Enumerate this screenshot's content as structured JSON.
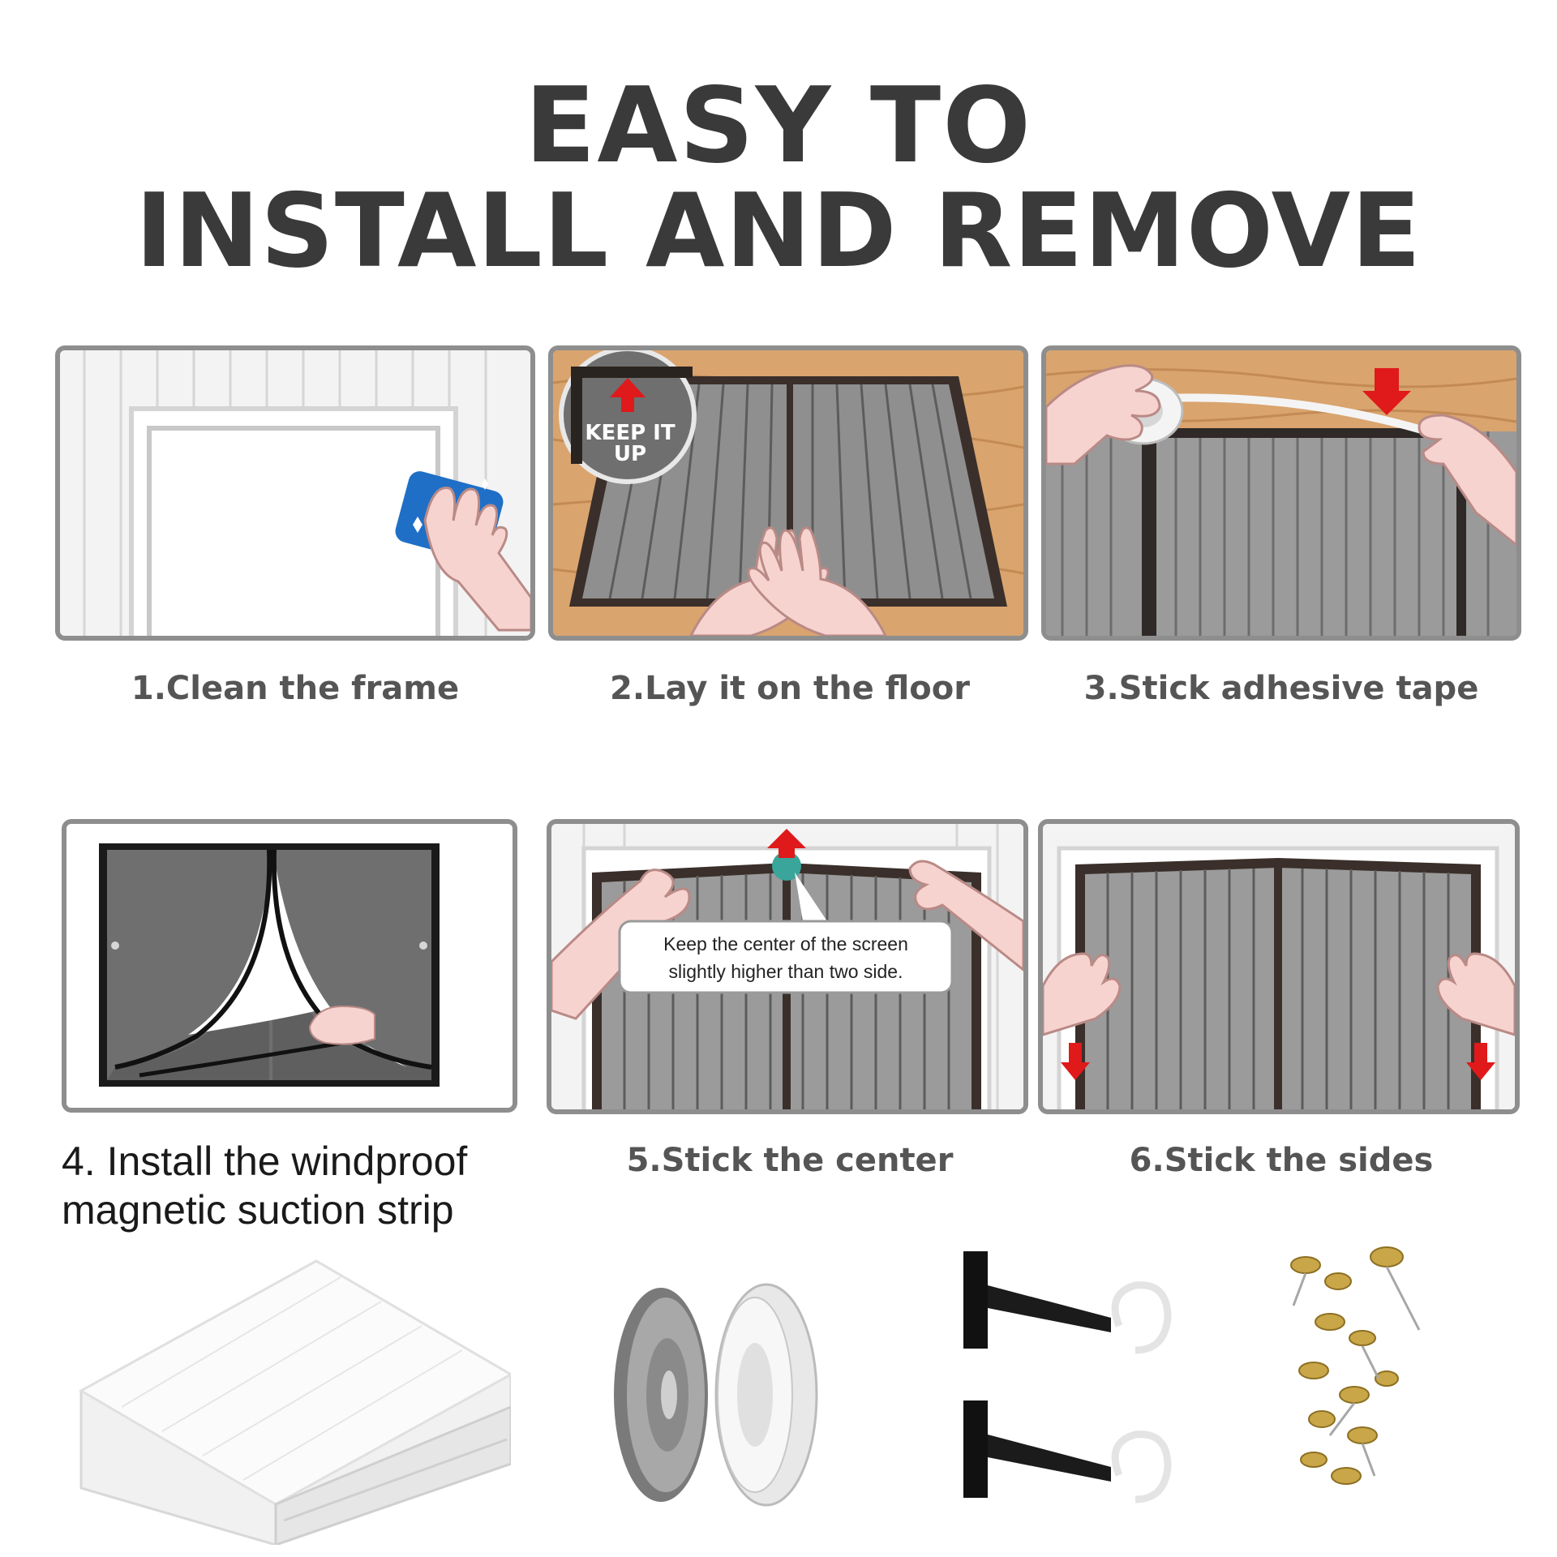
{
  "heading": {
    "line1": "EASY TO",
    "line2": "INSTALL AND REMOVE"
  },
  "steps": [
    {
      "label": "1.Clean the frame"
    },
    {
      "label": "2.Lay it on the floor",
      "badge_line1": "KEEP IT",
      "badge_line2": "UP"
    },
    {
      "label": "3.Stick adhesive tape"
    },
    {
      "label_line1": "4. Install the windproof",
      "label_line2": "magnetic suction strip"
    },
    {
      "label": "5.Stick the center",
      "callout_line1": "Keep the center of the screen",
      "callout_line2": "slightly higher than two side."
    },
    {
      "label": "6.Stick the sides"
    }
  ],
  "colors": {
    "title": "#3a3a3a",
    "panel_border": "#8e8e8e",
    "wood": "#d9a46e",
    "screen_gray": "#8f8f8f",
    "arrow_red": "#e0191b",
    "sponge_blue": "#1f6fc7",
    "skin": "#f7d3cf"
  },
  "icons": [
    "sponge-icon",
    "hand-icon",
    "up-arrow-icon",
    "down-arrow-icon",
    "tape-roll-icon",
    "hook-icon",
    "push-pin-icon"
  ]
}
